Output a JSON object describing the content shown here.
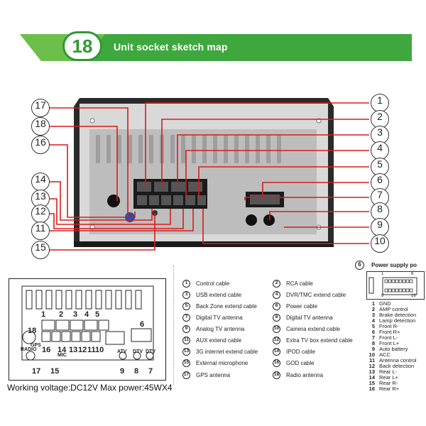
{
  "banner": {
    "number": "18",
    "title": "Unit socket sketch map",
    "color": "#2f9a32"
  },
  "photo_callouts": [
    "1",
    "2",
    "3",
    "4",
    "5",
    "6",
    "7",
    "8",
    "9",
    "10",
    "11",
    "12",
    "13",
    "14",
    "15",
    "16",
    "17",
    "18"
  ],
  "schematic": {
    "top_numbers": [
      "1",
      "2",
      "3",
      "4",
      "5"
    ],
    "labels": {
      "gps": "GPS",
      "radio": "RADIO",
      "mic": "MIC",
      "atv": "ATV",
      "dtv1": "DTV",
      "dtv2": "DTV"
    },
    "row_numbers": [
      "16",
      "14",
      "13",
      "12",
      "11",
      "10"
    ],
    "side_numbers": {
      "n18": "18",
      "n6": "6",
      "n17": "17",
      "n15": "15",
      "n9": "9",
      "n8": "8",
      "n7": "7"
    }
  },
  "working_text": "Working voltage:DC12V  Max power:45WX4",
  "legend": [
    {
      "n": "1",
      "t": "Control cable"
    },
    {
      "n": "2",
      "t": "RCA cable"
    },
    {
      "n": "3",
      "t": "USB extend cable"
    },
    {
      "n": "4",
      "t": "DVR/TMC extend cable"
    },
    {
      "n": "5",
      "t": "Back Zone extend cable"
    },
    {
      "n": "6",
      "t": "Power cable"
    },
    {
      "n": "7",
      "t": "Digital TV antenna"
    },
    {
      "n": "8",
      "t": "Digital TV antenna"
    },
    {
      "n": "9",
      "t": "Analog TV antenna"
    },
    {
      "n": "10",
      "t": "Camera extend cable"
    },
    {
      "n": "11",
      "t": "AUX extend cable"
    },
    {
      "n": "12",
      "t": "Extra TV box extend cable"
    },
    {
      "n": "13",
      "t": "3G internet extend cable"
    },
    {
      "n": "14",
      "t": "IPOD cable"
    },
    {
      "n": "15",
      "t": "External microphone"
    },
    {
      "n": "16",
      "t": "GOD cable"
    },
    {
      "n": "17",
      "t": "GPS antenna"
    },
    {
      "n": "18",
      "t": "Radio antenna"
    }
  ],
  "power_supply": {
    "num": "6",
    "title": "Power supply po",
    "pins": [
      {
        "n": "1",
        "t": "GND"
      },
      {
        "n": "2",
        "t": "AMP control"
      },
      {
        "n": "3",
        "t": "Brake detection"
      },
      {
        "n": "4",
        "t": "Lamp detection"
      },
      {
        "n": "5",
        "t": "Front R-"
      },
      {
        "n": "6",
        "t": "Front R+"
      },
      {
        "n": "7",
        "t": "Front L-"
      },
      {
        "n": "8",
        "t": "Front L+"
      },
      {
        "n": "9",
        "t": "Auto battery"
      },
      {
        "n": "10",
        "t": "ACC"
      },
      {
        "n": "11",
        "t": "Antenna control"
      },
      {
        "n": "12",
        "t": "Back detection"
      },
      {
        "n": "13",
        "t": "Rear L-"
      },
      {
        "n": "14",
        "t": "Rear L+"
      },
      {
        "n": "15",
        "t": "Rear R-"
      },
      {
        "n": "16",
        "t": "Rear R+"
      }
    ],
    "box_labels": {
      "a": "1",
      "b": "8",
      "c": "9",
      "d": "16"
    }
  }
}
